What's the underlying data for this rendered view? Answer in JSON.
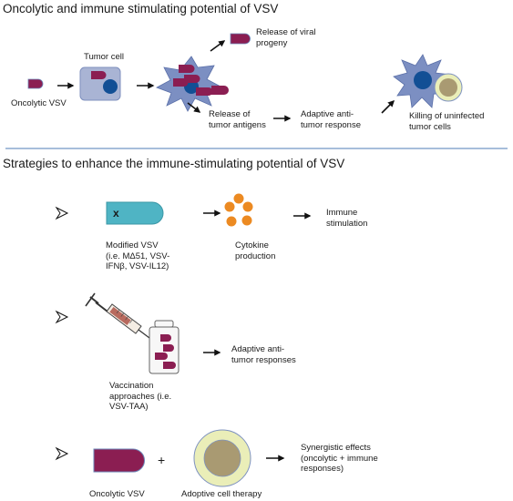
{
  "section1": {
    "title": "Oncolytic and immune stimulating potential of VSV",
    "oncolytic_vsv": "Oncolytic VSV",
    "tumor_cell": "Tumor cell",
    "release_viral_progeny": "Release of viral\nprogeny",
    "release_tumor_antigens": "Release of\ntumor antigens",
    "adaptive_response": "Adaptive anti-\ntumor response",
    "killing": "Killing of uninfected\ntumor cells"
  },
  "section2": {
    "title": "Strategies to enhance the immune-stimulating potential of VSV",
    "vsv_mark": "x",
    "modified_vsv": "Modified VSV\n(i.e. MΔ51, VSV-\nIFNβ, VSV-IL12)",
    "cytokine": "Cytokine\nproduction",
    "immune_stim": "Immune\nstimulation",
    "vaccination": "Vaccination\napproaches (i.e.\nVSV-TAA)",
    "adaptive_responses": "Adaptive anti-\ntumor responses",
    "plus": "+",
    "synergistic": "Synergistic effects\n(oncolytic + immune\nresponses)",
    "oncolytic_vsv_2": "Oncolytic VSV",
    "adoptive": "Adoptive cell therapy"
  },
  "colors": {
    "virus": "#8b1e52",
    "cell_fill": "#a9b4d4",
    "nucleus": "#124f95",
    "burst": "#7c8fc2",
    "divider": "#8aa8cf",
    "modified_vsv": "#4fb4c4",
    "cytokine": "#ec8a22",
    "adoptive_outer": "#eaeeb8",
    "adoptive_inner": "#a99a72"
  }
}
